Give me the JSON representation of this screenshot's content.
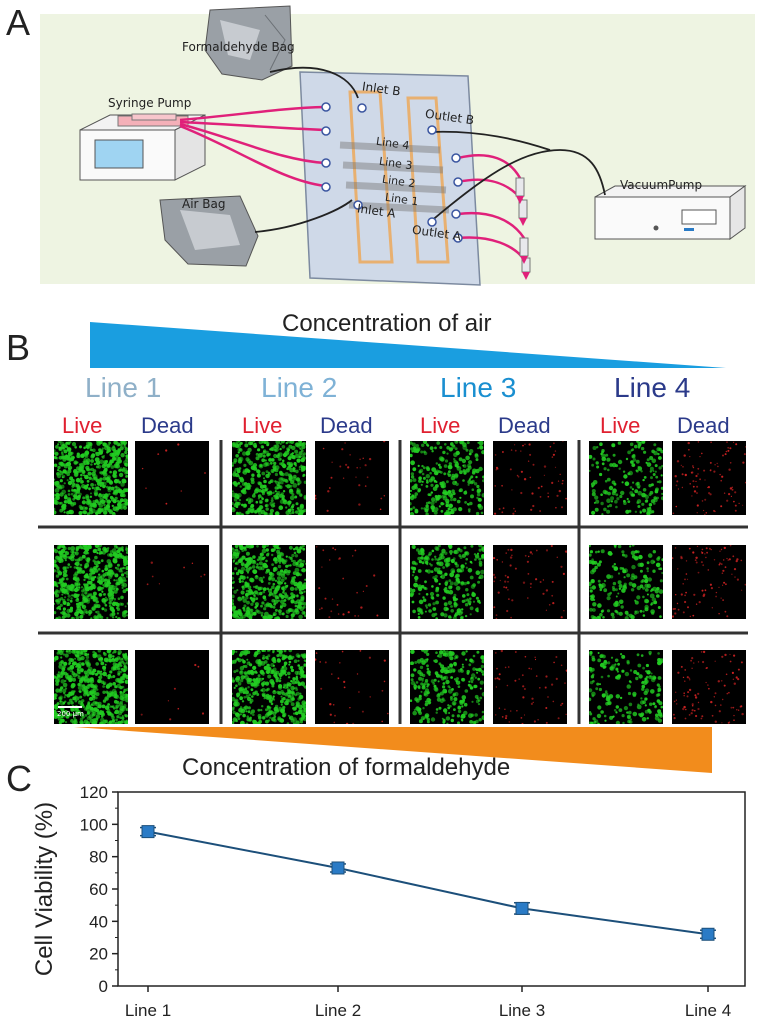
{
  "panels": {
    "a": "A",
    "b": "B",
    "c": "C"
  },
  "diagram": {
    "formaldehyde_bag": "Formaldehyde Bag",
    "syringe_pump": "Syringe Pump",
    "air_bag": "Air Bag",
    "vacuum_pump": "VacuumPump",
    "inlet_b": "Inlet B",
    "outlet_b": "Outlet B",
    "inlet_a": "Inlet A",
    "outlet_a": "Outlet A",
    "chip_lines": [
      "Line 4",
      "Line 3",
      "Line 2",
      "Line 1"
    ]
  },
  "microscopy": {
    "gradient_top_label": "Concentration of air",
    "gradient_bottom_label": "Concentration of formaldehyde",
    "line_headers": [
      {
        "label": "Line 1",
        "color": "#8fb0c8"
      },
      {
        "label": "Line 2",
        "color": "#7fb2d6"
      },
      {
        "label": "Line 3",
        "color": "#1a8fd0"
      },
      {
        "label": "Line 4",
        "color": "#2b3a8a"
      }
    ],
    "live_label": "Live",
    "dead_label": "Dead",
    "scale_bar": "200 µm",
    "colors": {
      "air_gradient": "#1a9ee0",
      "formaldehyde_gradient": "#f28c1c",
      "live_stain": "#22cc22",
      "dead_stain": "#cc2222"
    }
  },
  "chart_data": {
    "type": "line",
    "title": "",
    "xlabel": "",
    "ylabel": "Cell Viability (%)",
    "categories": [
      "Line 1",
      "Line 2",
      "Line 3",
      "Line 4"
    ],
    "series": [
      {
        "values": [
          95.5,
          73,
          48,
          32
        ],
        "errors": [
          2.5,
          2.5,
          3.5,
          2.5
        ]
      }
    ],
    "ylim": [
      0,
      120
    ],
    "yticks": [
      0,
      20,
      40,
      60,
      80,
      100,
      120
    ],
    "line_color": "#1c4f7a",
    "marker_color": "#2a7bc6"
  }
}
